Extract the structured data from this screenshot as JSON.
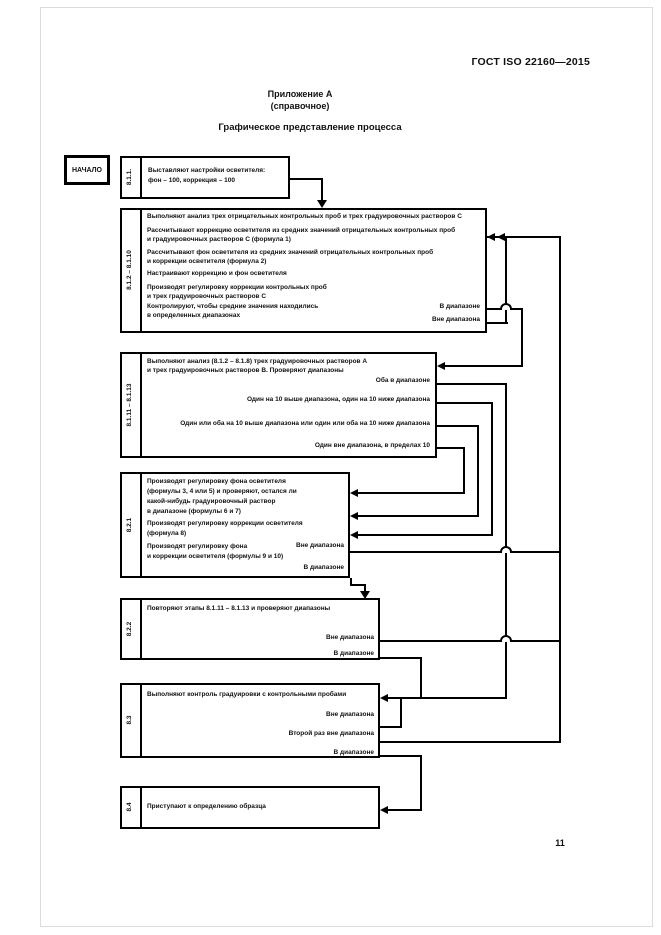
{
  "header": {
    "doc_number": "ГОСТ ISO 22160—2015",
    "annex_title": "Приложение А",
    "annex_subtitle": "(справочное)",
    "figure_title": "Графическое представление процесса"
  },
  "start_label": "НАЧАЛО",
  "footer": {
    "page_number": "11"
  },
  "flow": {
    "b1": {
      "label": "8.1.1.",
      "text": "Выставляют настройки осветителя:\nфон – 100, коррекция – 100"
    },
    "b2": {
      "label": "8.1.2 – 8.1.10",
      "p1": "Выполняют анализ трех отрицательных контрольных проб и трех градуировочных растворов С",
      "p2": "Рассчитывают коррекцию осветителя из средних значений отрицательных контрольных проб\nи градуировочных растворов С (формула 1)",
      "p3": "Рассчитывают фон осветителя из средних значений отрицательных контрольных проб\nи коррекции осветителя (формула 2)",
      "p4": "Настраивают коррекцию и фон осветителя",
      "p5": "Производят регулировку коррекции контрольных проб\nи трех градуировочных растворов С",
      "p6": "Контролируют, чтобы средние значения находились\nв определенных диапазонах",
      "out_in": "В диапазоне",
      "out_out": "Вне диапазона"
    },
    "b3": {
      "label": "8.1.11 – 8.1.13",
      "p1": "Выполняют анализ (8.1.2 – 8.1.8) трех градуировочных растворов А\nи трех градуировочных растворов В. Проверяют диапазоны",
      "out1": "Оба в диапазоне",
      "out2": "Один на 10 выше диапазона, один на 10 ниже диапазона",
      "out3": "Один или оба на 10 выше диапазона или один или оба на 10 ниже диапазона",
      "out4": "Один вне диапазона, в пределах 10"
    },
    "b4": {
      "label": "8.2.1",
      "p1": "Производят регулировку фона осветителя\n(формулы 3, 4 или 5) и проверяют, остался ли\nкакой-нибудь градуировочный раствор\nв диапазоне (формулы 6 и 7)",
      "p2": "Производят регулировку коррекции осветителя\n(формула 8)",
      "p3a": "Производят регулировку фона",
      "p3b": "и коррекции осветителя (формулы 9 и 10)",
      "out_out": "Вне диапазона",
      "out_in": "В диапазоне"
    },
    "b5": {
      "label": "8.2.2",
      "p1": "Повторяют этапы 8.1.11 – 8.1.13 и проверяют диапазоны",
      "out_out": "Вне диапазона",
      "out_in": "В диапазоне"
    },
    "b6": {
      "label": "8.3",
      "p1": "Выполняют контроль градуировки с контрольными пробами",
      "out_out": "Вне диапазона",
      "out_out2": "Второй раз вне диапазона",
      "out_in": "В диапазоне"
    },
    "b7": {
      "label": "8.4",
      "p1": "Приступают к определению образца"
    }
  }
}
